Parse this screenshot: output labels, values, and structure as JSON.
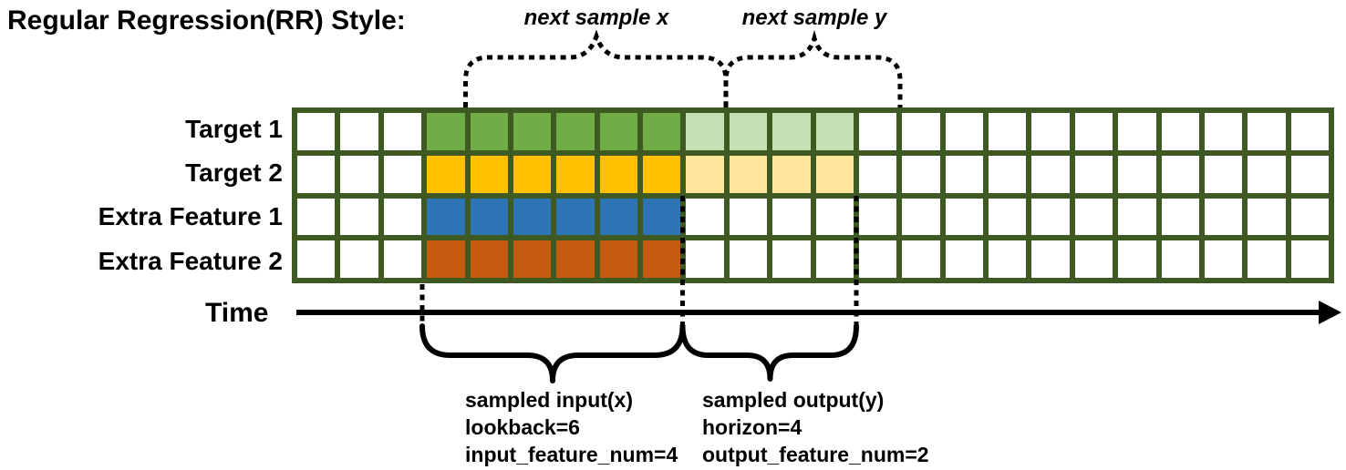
{
  "title": "Regular Regression(RR) Style:",
  "colors": {
    "grid_border": "#3E5A22",
    "cell_empty": "#FFFFFF",
    "green": "#70AD47",
    "light_green": "#C5E0B4",
    "gold": "#FFC000",
    "light_gold": "#FFE699",
    "blue": "#2E75B6",
    "orange": "#C55A11",
    "line": "#000000"
  },
  "top_annotations": [
    {
      "label": "next sample x"
    },
    {
      "label": "next sample y"
    }
  ],
  "grid": {
    "columns": 24,
    "rows": [
      {
        "label": "Target 1",
        "segments": [
          {
            "start": 3,
            "count": 6,
            "color": "green"
          },
          {
            "start": 9,
            "count": 4,
            "color": "light_green"
          }
        ]
      },
      {
        "label": "Target 2",
        "segments": [
          {
            "start": 3,
            "count": 6,
            "color": "gold"
          },
          {
            "start": 9,
            "count": 4,
            "color": "light_gold"
          }
        ]
      },
      {
        "label": "Extra Feature 1",
        "segments": [
          {
            "start": 3,
            "count": 6,
            "color": "blue"
          }
        ]
      },
      {
        "label": "Extra Feature 2",
        "segments": [
          {
            "start": 3,
            "count": 6,
            "color": "orange"
          }
        ]
      }
    ]
  },
  "time_axis": {
    "label": "Time"
  },
  "bottom_annotations": [
    {
      "lines": [
        "sampled input(x)",
        "lookback=6",
        "input_feature_num=4"
      ]
    },
    {
      "lines": [
        "sampled output(y)",
        "horizon=4",
        "output_feature_num=2"
      ]
    }
  ]
}
